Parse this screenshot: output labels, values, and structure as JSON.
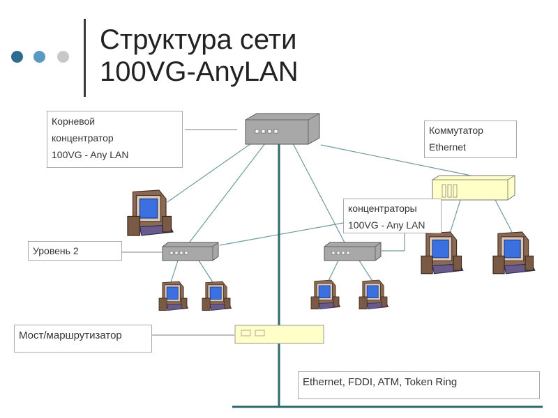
{
  "title": {
    "line1": "Структура сети",
    "line2": "100VG-AnyLAN"
  },
  "labels": {
    "root_hub": [
      "Корневой",
      "концентратор",
      "100VG - Any LAN"
    ],
    "switch": [
      "Коммутатор",
      "Ethernet"
    ],
    "hubs": [
      "концентраторы",
      "100VG - Any LAN"
    ],
    "level2": "Уровень 2",
    "bridge": "Мост/маршрутизатор",
    "backbone": "Ethernet, FDDI, ATM, Token Ring"
  },
  "colors": {
    "dot1": "#2f6b8e",
    "dot2": "#5a9ac0",
    "dot3": "#c8c8c8",
    "line": "#6e9a9a",
    "backbone": "#2c6a6a",
    "device": "#a8a8a8",
    "switch": "#ffffc8",
    "screen": "#3a70e0",
    "pc_body": "#8a6a55"
  }
}
